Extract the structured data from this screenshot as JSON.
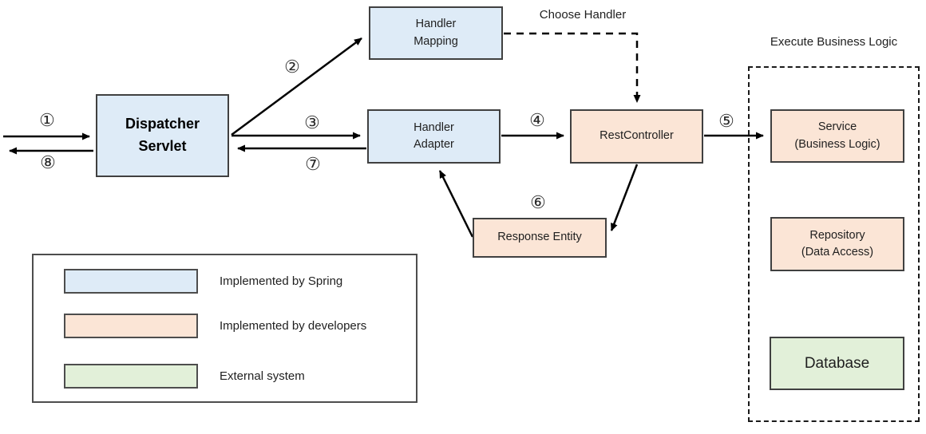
{
  "diagram": {
    "boxes": {
      "dispatcher_servlet": {
        "label": "Dispatcher\nServlet",
        "type": "spring"
      },
      "handler_mapping": {
        "label": "Handler\nMapping",
        "type": "spring"
      },
      "handler_adapter": {
        "label": "Handler\nAdapter",
        "type": "spring"
      },
      "rest_controller": {
        "label": "RestController",
        "type": "developer"
      },
      "response_entity": {
        "label": "Response Entity",
        "type": "developer"
      },
      "service": {
        "label": "Service\n(Business Logic)",
        "type": "developer"
      },
      "repository": {
        "label": "Repository\n(Data Access)",
        "type": "developer"
      },
      "database": {
        "label": "Database",
        "type": "external"
      }
    },
    "annotations": {
      "choose_handler": "Choose Handler",
      "execute_business_logic": "Execute Business Logic"
    },
    "steps": [
      "①",
      "②",
      "③",
      "④",
      "⑤",
      "⑥",
      "⑦",
      "⑧"
    ],
    "legend": {
      "items": [
        {
          "type": "spring",
          "label": "Implemented by Spring"
        },
        {
          "type": "developer",
          "label": "Implemented by developers"
        },
        {
          "type": "external",
          "label": "External system"
        }
      ]
    },
    "colors": {
      "spring_fill": "#deebf7",
      "developer_fill": "#fbe5d6",
      "external_fill": "#e2f0d9",
      "border": "#404040",
      "arrow": "#000000"
    }
  }
}
